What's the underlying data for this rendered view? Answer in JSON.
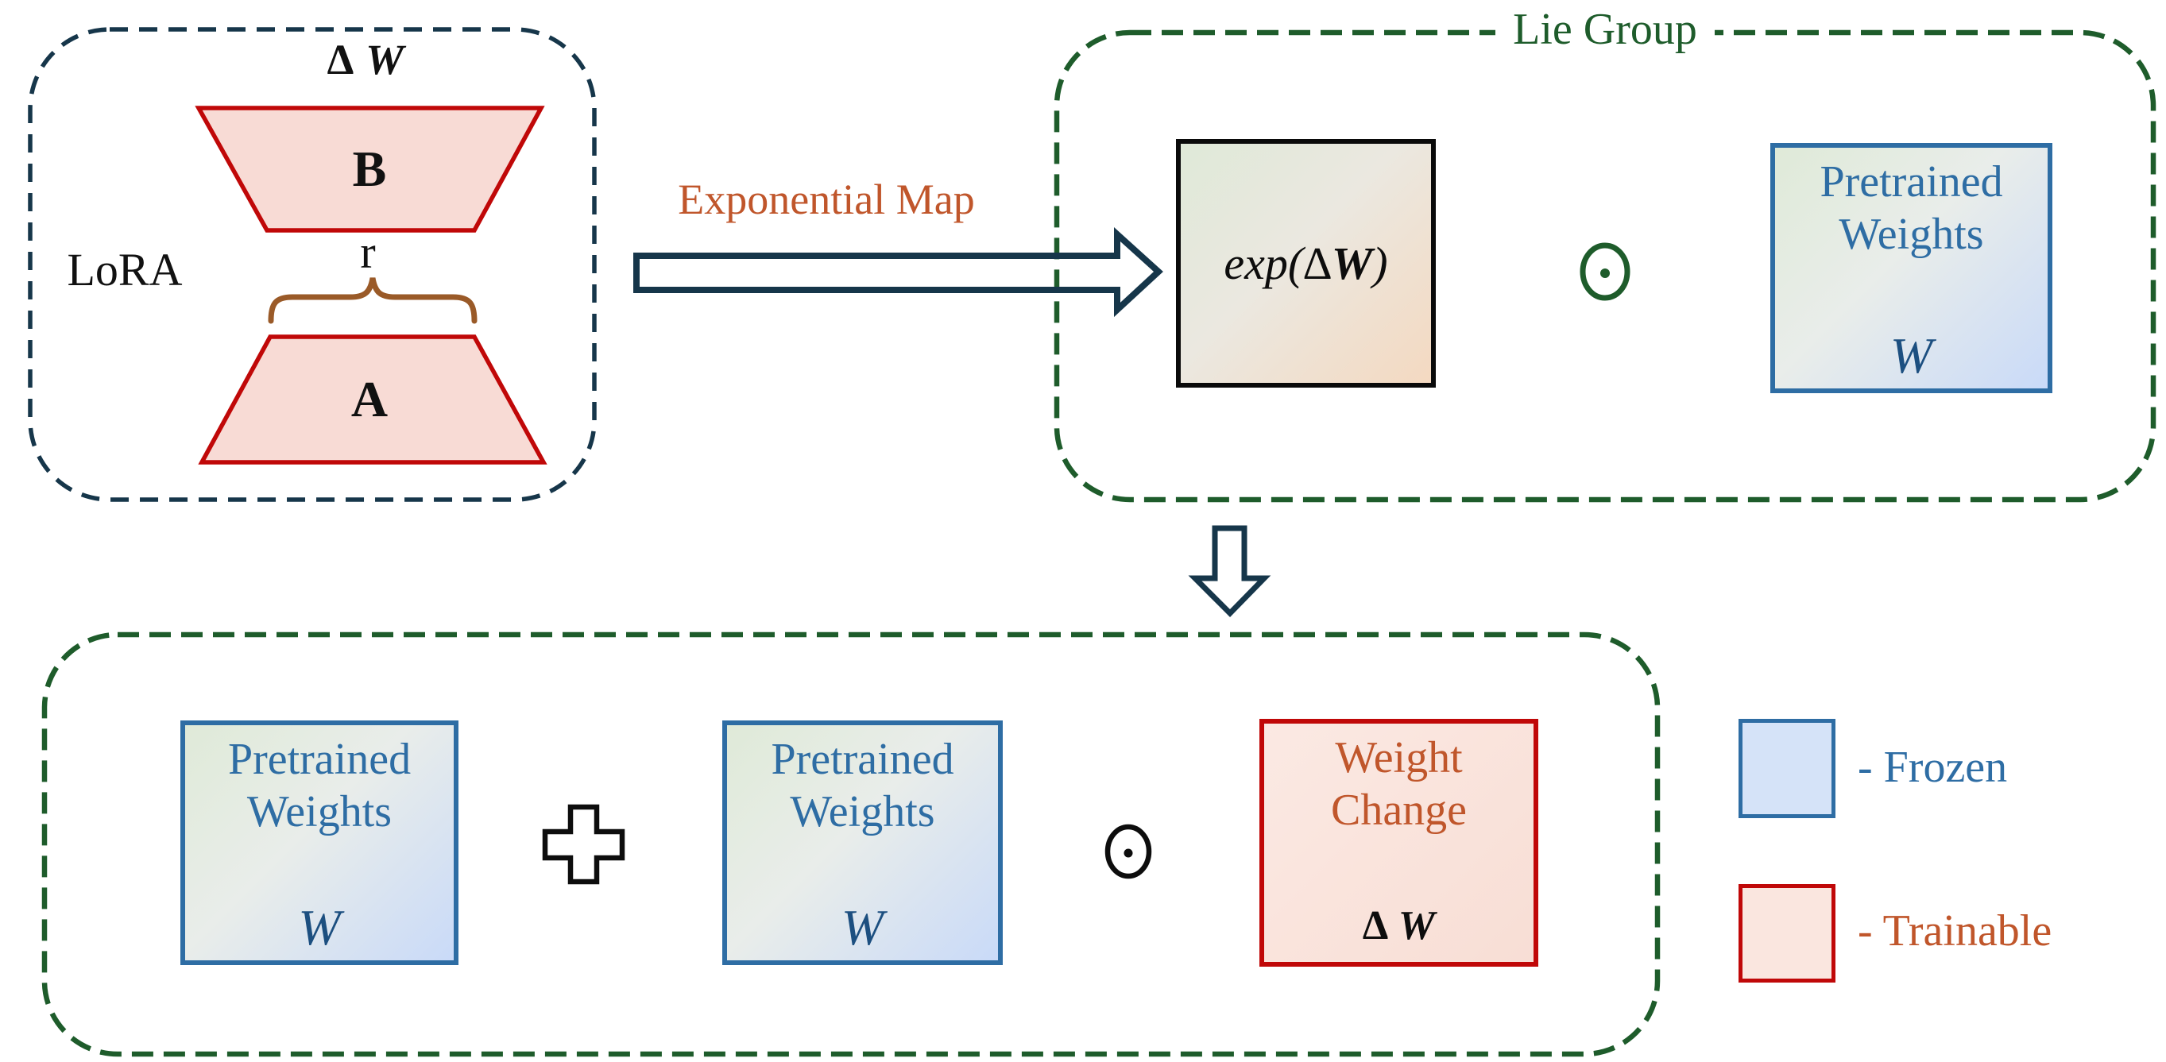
{
  "lora_panel": {
    "title": "LoRA",
    "delta_label": {
      "delta": "∆",
      "w": "W"
    },
    "matrix_b": "B",
    "rank_label": "r",
    "matrix_a": "A"
  },
  "transform": {
    "label": "Exponential Map"
  },
  "lie_group": {
    "title": "Lie Group",
    "exp_box": {
      "prefix": "exp(∆",
      "w": "W",
      "suffix": ")"
    },
    "odot_symbol": "⊙",
    "pretrained": {
      "line1": "Pretrained",
      "line2": "Weights",
      "symbol": "W"
    }
  },
  "result": {
    "pretrained_left": {
      "line1": "Pretrained",
      "line2": "Weights",
      "symbol": "W"
    },
    "plus_symbol": "+",
    "pretrained_right": {
      "line1": "Pretrained",
      "line2": "Weights",
      "symbol": "W"
    },
    "odot_symbol": "⊙",
    "weight_change": {
      "line1": "Weight",
      "line2": "Change",
      "delta": "∆",
      "w": "W"
    }
  },
  "legend": {
    "frozen": "- Frozen",
    "trainable": "- Trainable"
  },
  "colors": {
    "navy": "#16364a",
    "green": "#1e5c2b",
    "red": "#c00808",
    "blue": "#2e6da4",
    "orange": "#c0562b",
    "brown": "#9a5a28"
  }
}
